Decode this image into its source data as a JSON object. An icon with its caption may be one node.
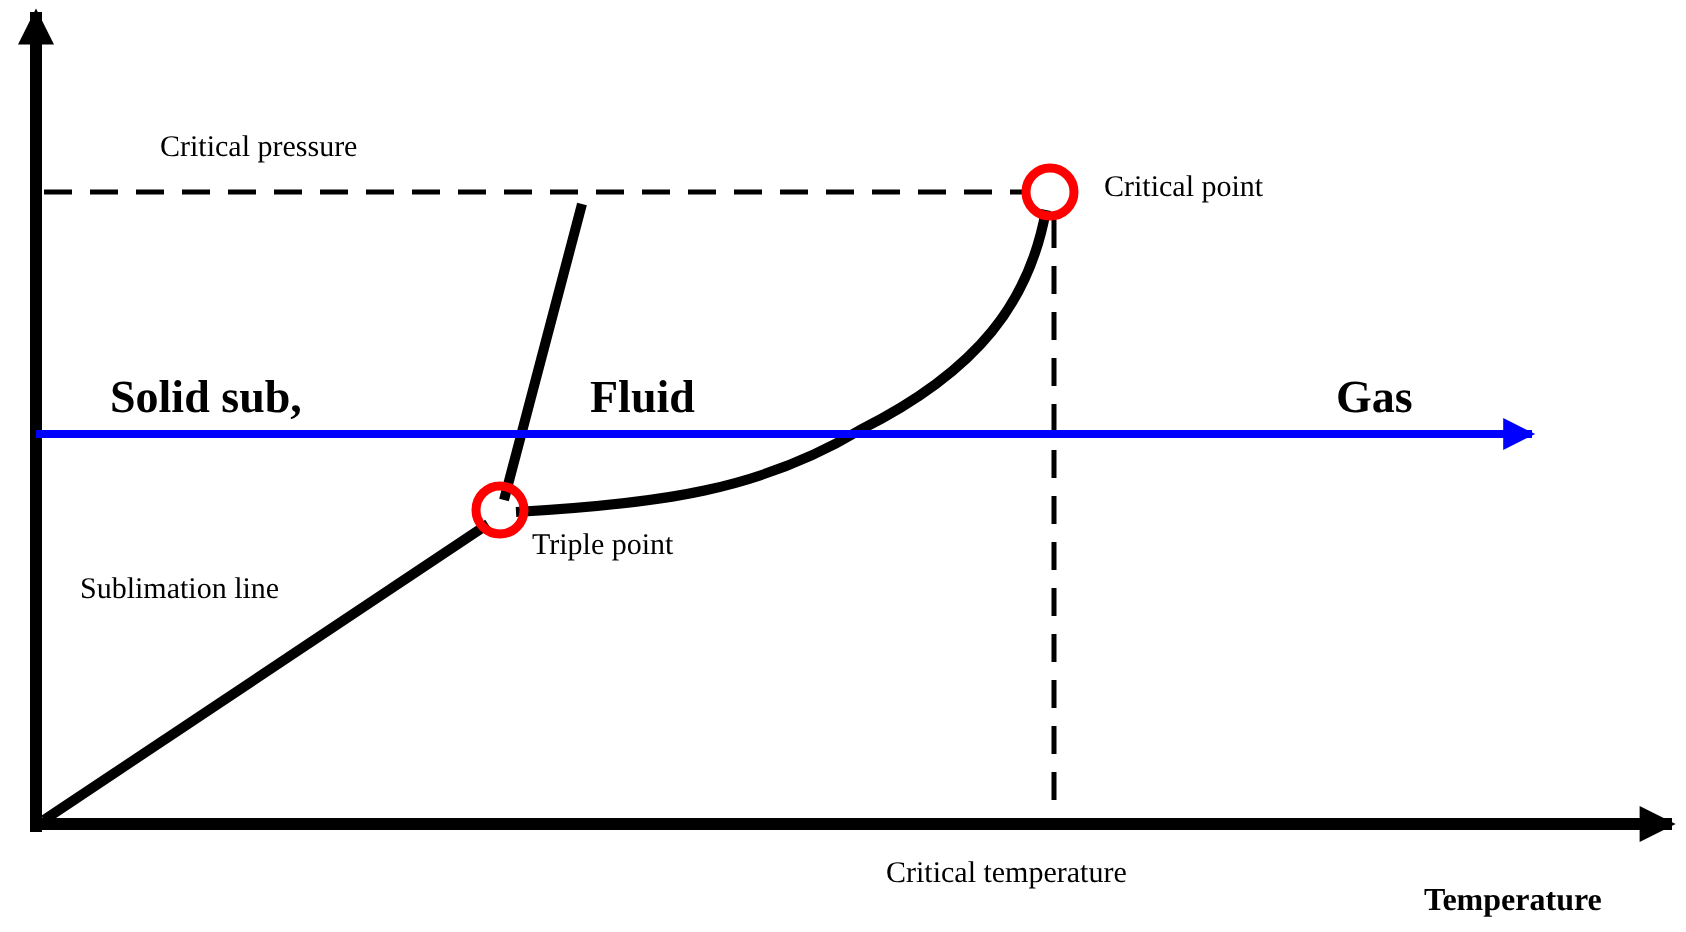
{
  "diagram": {
    "labels": [
      "Critical pressure",
      "Critical point",
      "Solid sub,",
      "Fluid",
      "Gas",
      "Triple point",
      "Sublimation line",
      "Critical temperature",
      "Temperature"
    ]
  }
}
